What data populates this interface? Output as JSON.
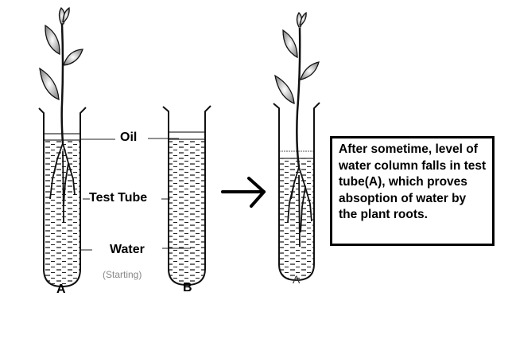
{
  "labels": {
    "oil": "Oil",
    "test_tube": "Test Tube",
    "water": "Water",
    "starting": "(Starting)",
    "tube_a": "A",
    "tube_b": "B",
    "tube_a_after": "A"
  },
  "note": {
    "text": "After sometime, level of water column falls in test tube(A), which proves absoption of water by the plant roots."
  },
  "icons": {
    "arrow": "right-arrow-icon"
  },
  "colors": {
    "ink": "#000000",
    "caption_gray": "#888888"
  }
}
